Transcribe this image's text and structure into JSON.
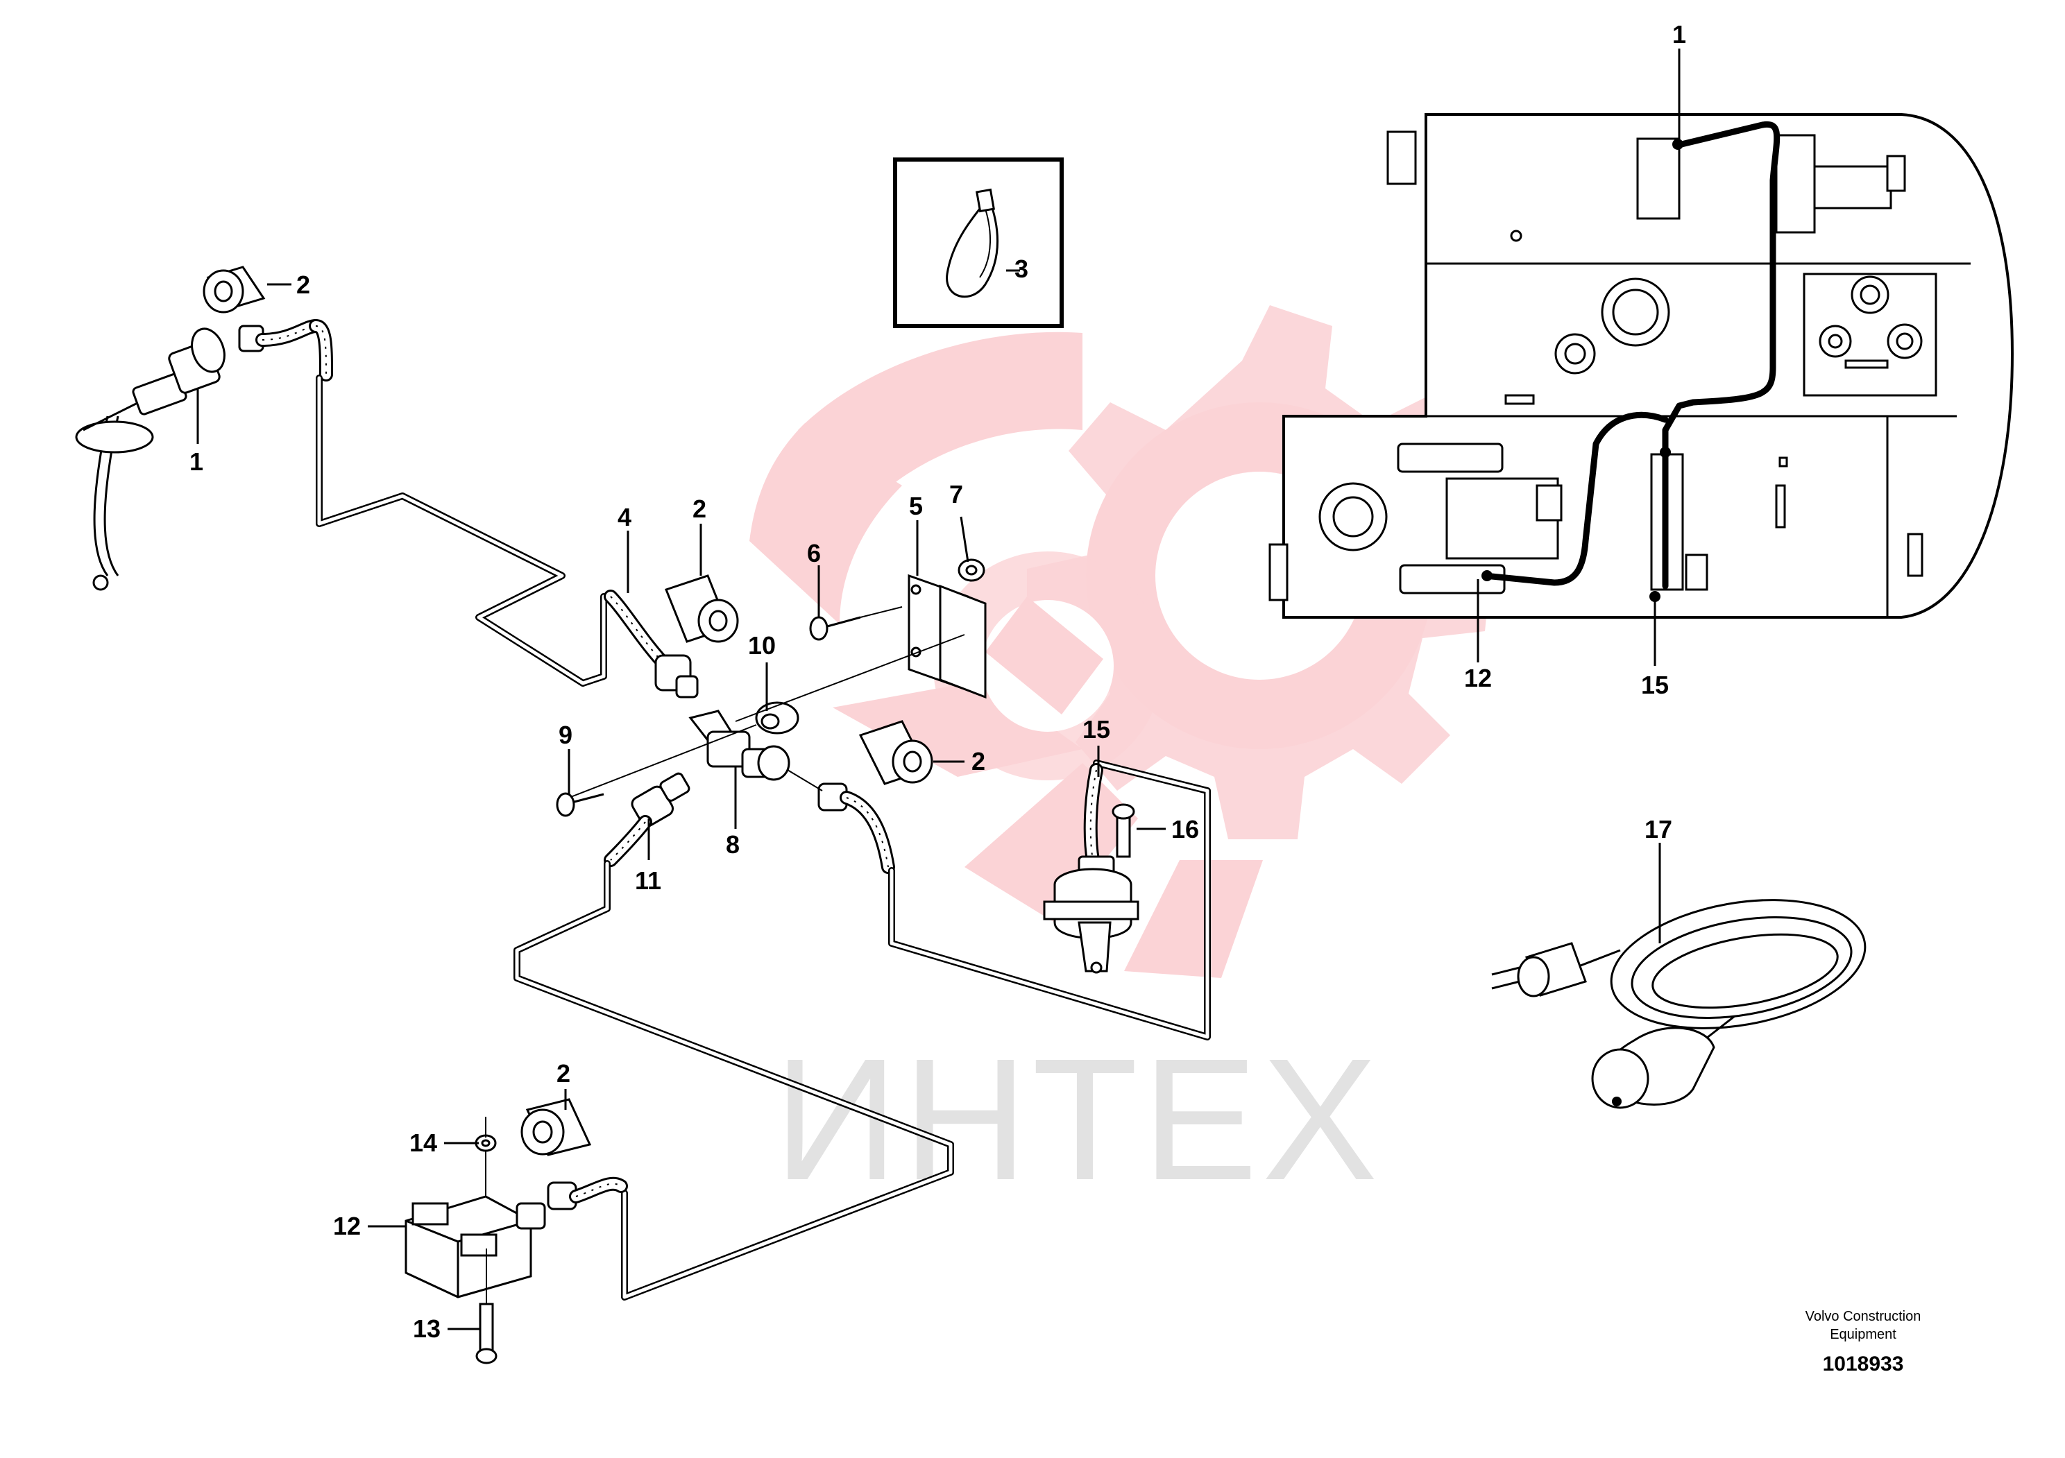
{
  "watermark": {
    "text": "ИНТЕХ",
    "gear_color": "#fbd3d6",
    "text_color": "#e2e2e2"
  },
  "callouts": {
    "heater_1": "1",
    "sleeve_top_2": "2",
    "tie_3": "3",
    "hose_4": "4",
    "sleeve_mid_2": "2",
    "bracket_5": "5",
    "screw_6": "6",
    "nut_7": "7",
    "tee_8": "8",
    "screw_9": "9",
    "spacer_10": "10",
    "connector_11": "11",
    "sleeve_right_2": "2",
    "valve_15": "15",
    "screw_16": "16",
    "sleeve_bottom_2": "2",
    "nut_14": "14",
    "socket_12": "12",
    "screw_13": "13",
    "cable_17": "17",
    "inset_1": "1",
    "inset_12": "12",
    "inset_15": "15"
  },
  "footer": {
    "maker_line1": "Volvo Construction",
    "maker_line2": "Equipment",
    "doc_number": "1018933"
  }
}
